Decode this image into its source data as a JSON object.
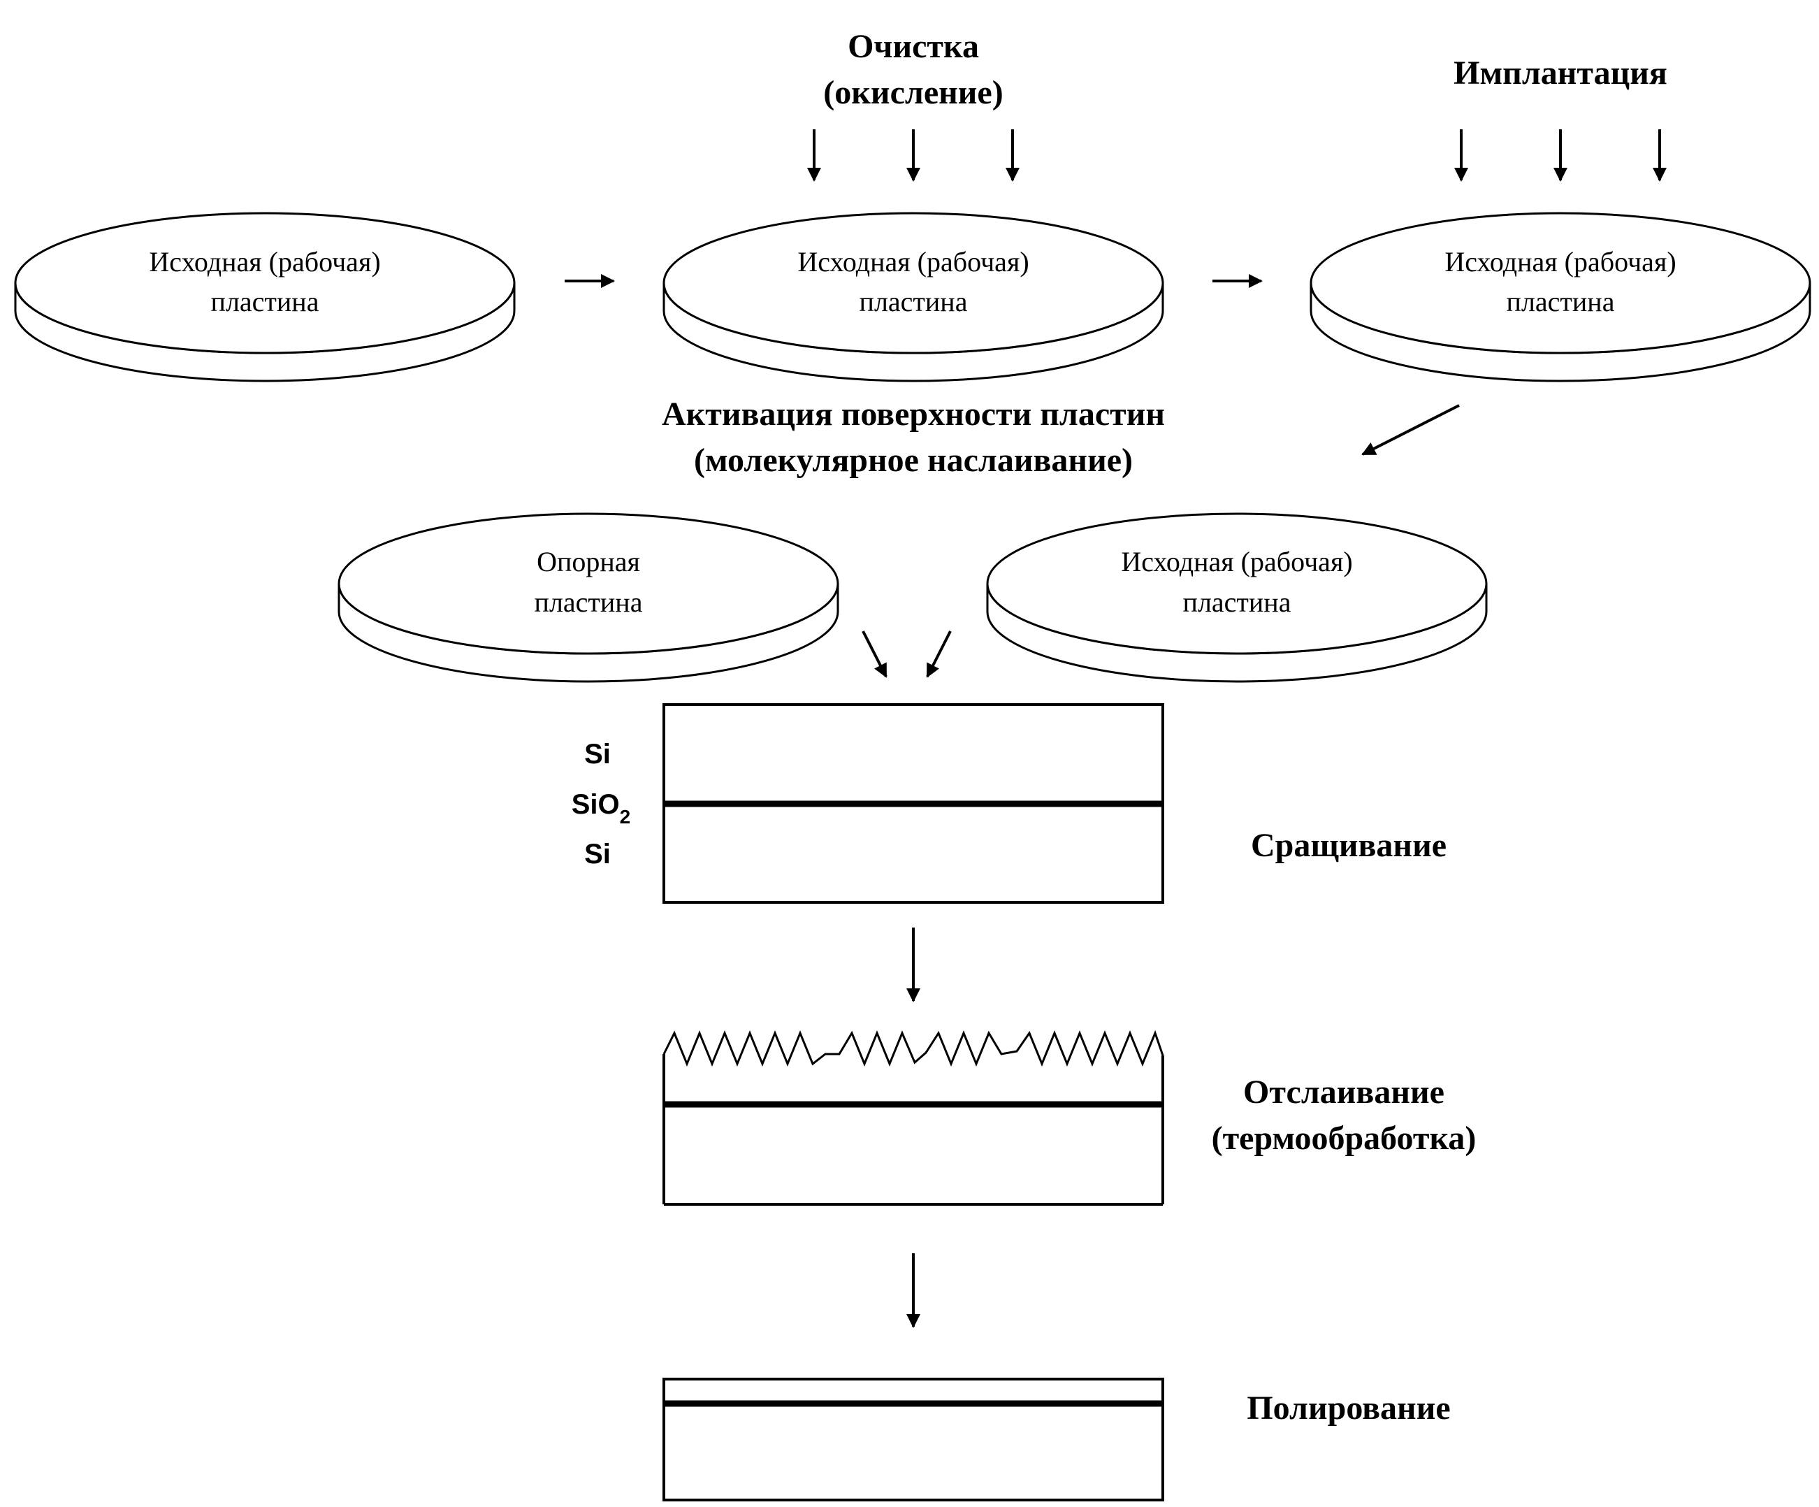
{
  "steps": {
    "cleaning_line1": "Очистка",
    "cleaning_line2": "(окисление)",
    "implantation": "Имплантация",
    "activation_line1": "Активация поверхности пластин",
    "activation_line2": "(молекулярное наслаивание)",
    "bonding": "Сращивание",
    "splitting_line1": "Отслаивание",
    "splitting_line2": "(термообработка)",
    "polishing": "Полирование"
  },
  "wafers": {
    "working_line1": "Исходная (рабочая)",
    "working_line2": "пластина",
    "support_line1": "Опорная",
    "support_line2": "пластина"
  },
  "layers": {
    "top": "Si",
    "middle_base": "SiO",
    "middle_sub": "2",
    "bottom": "Si"
  },
  "colors": {
    "stroke": "#000000",
    "background": "#ffffff"
  }
}
